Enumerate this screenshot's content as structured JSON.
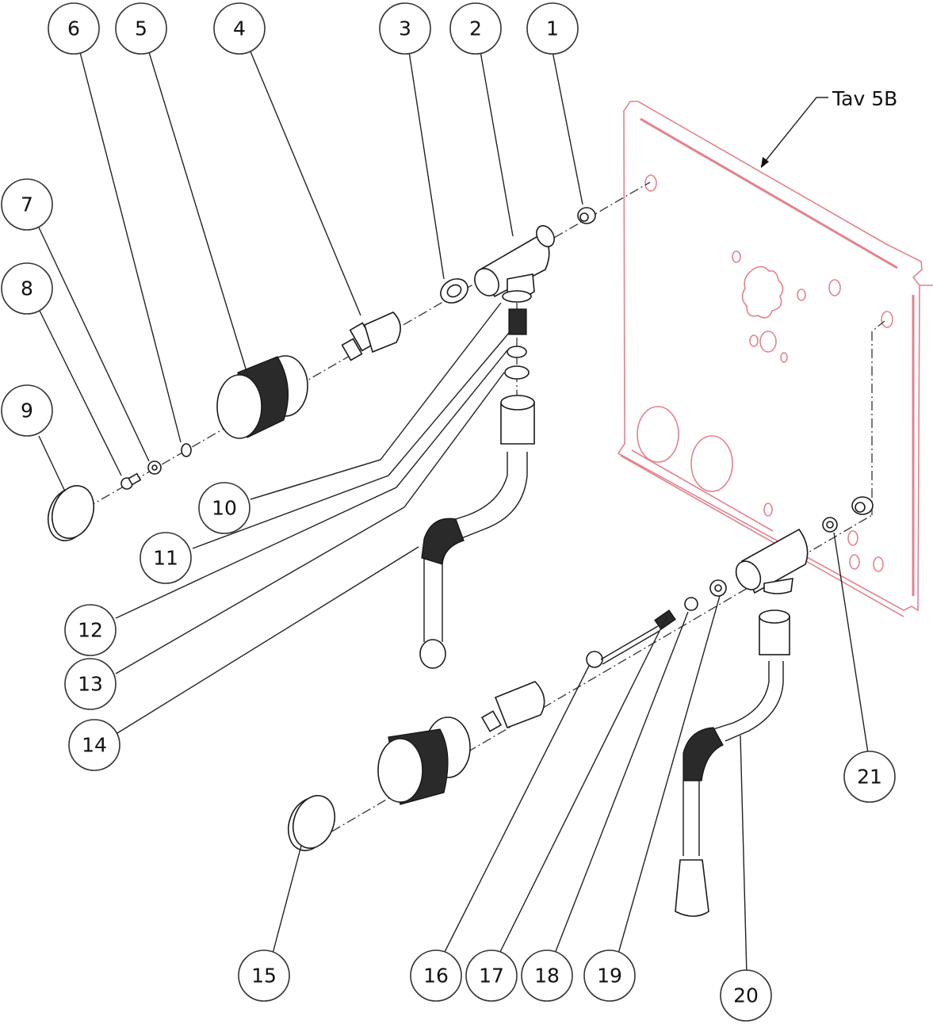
{
  "diagram": {
    "type": "exploded-parts-view",
    "reference_label": "Tav 5B",
    "callouts": [
      {
        "id": "1",
        "label": "1"
      },
      {
        "id": "2",
        "label": "2"
      },
      {
        "id": "3",
        "label": "3"
      },
      {
        "id": "4",
        "label": "4"
      },
      {
        "id": "5",
        "label": "5"
      },
      {
        "id": "6",
        "label": "6"
      },
      {
        "id": "7",
        "label": "7"
      },
      {
        "id": "8",
        "label": "8"
      },
      {
        "id": "9",
        "label": "9"
      },
      {
        "id": "10",
        "label": "10"
      },
      {
        "id": "11",
        "label": "11"
      },
      {
        "id": "12",
        "label": "12"
      },
      {
        "id": "13",
        "label": "13"
      },
      {
        "id": "14",
        "label": "14"
      },
      {
        "id": "15",
        "label": "15"
      },
      {
        "id": "16",
        "label": "16"
      },
      {
        "id": "17",
        "label": "17"
      },
      {
        "id": "18",
        "label": "18"
      },
      {
        "id": "19",
        "label": "19"
      },
      {
        "id": "20",
        "label": "20"
      },
      {
        "id": "21",
        "label": "21"
      }
    ],
    "colors": {
      "panel": "#e3828c",
      "linework": "#1a1a1a"
    }
  }
}
